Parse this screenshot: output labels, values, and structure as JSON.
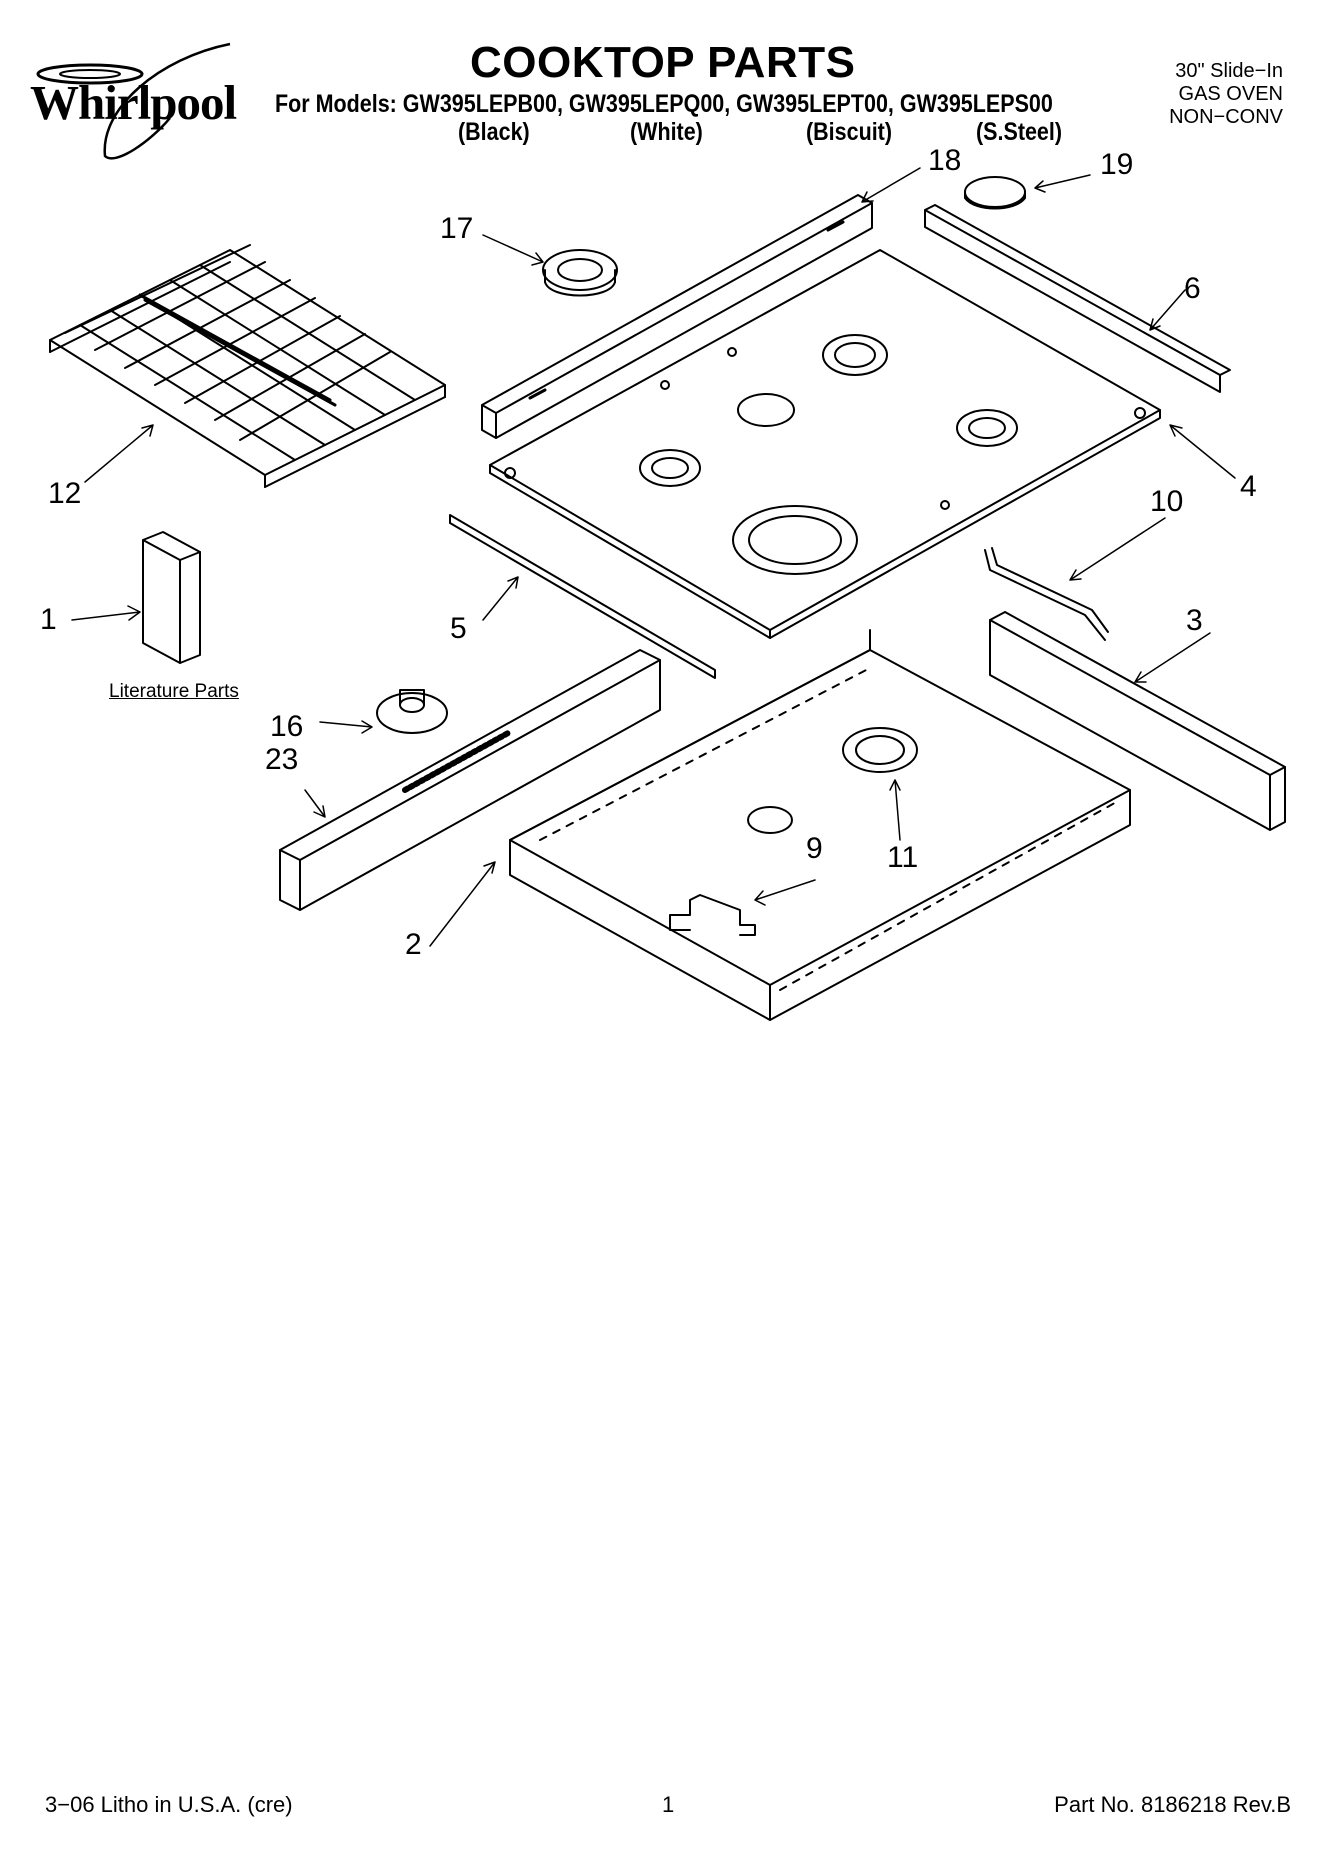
{
  "brand": {
    "logo_text": "Whirlpool"
  },
  "header": {
    "title": "COOKTOP PARTS",
    "models_line": "For Models: GW395LEPB00, GW395LEPQ00, GW395LEPT00, GW395LEPS00",
    "variants": [
      "(Black)",
      "(White)",
      "(Biscuit)",
      "(S.Steel)"
    ],
    "meta": [
      "30\" Slide−In",
      "GAS OVEN",
      "NON−CONV"
    ]
  },
  "callouts": {
    "c1": "1",
    "c2": "2",
    "c3": "3",
    "c4": "4",
    "c5": "5",
    "c6": "6",
    "c9": "9",
    "c10": "10",
    "c11": "11",
    "c12": "12",
    "c16": "16",
    "c17": "17",
    "c18": "18",
    "c19": "19",
    "c23": "23"
  },
  "literature_label": "Literature Parts",
  "footer": {
    "left": "3−06 Litho in U.S.A. (cre)",
    "page": "1",
    "right": "Part No. 8186218 Rev.B"
  }
}
